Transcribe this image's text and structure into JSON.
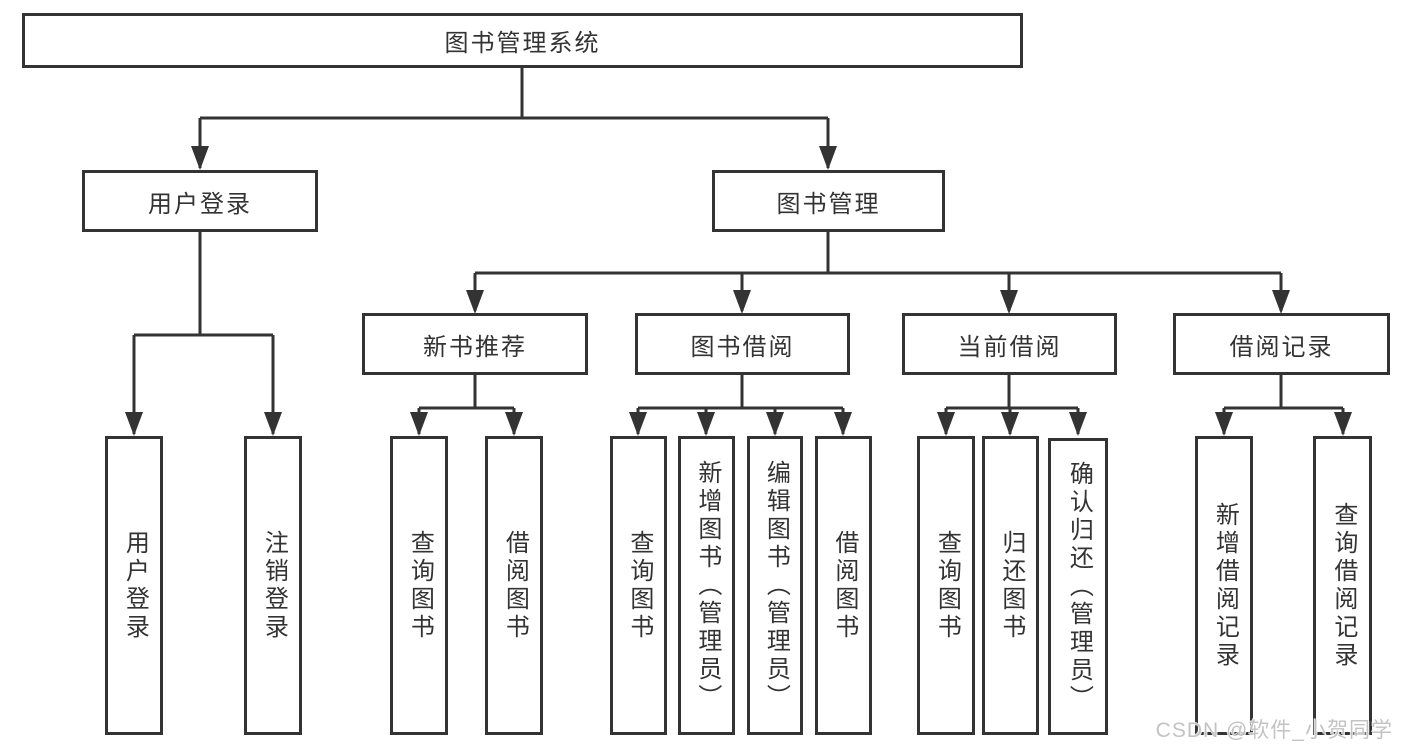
{
  "diagram": {
    "root": {
      "label": "图书管理系统",
      "children": [
        {
          "label": "用户登录",
          "children": [
            {
              "label": "用户登录"
            },
            {
              "label": "注销登录"
            }
          ]
        },
        {
          "label": "图书管理",
          "children": [
            {
              "label": "新书推荐",
              "children": [
                {
                  "label": "查询图书"
                },
                {
                  "label": "借阅图书"
                }
              ]
            },
            {
              "label": "图书借阅",
              "children": [
                {
                  "label": "查询图书"
                },
                {
                  "label": "新增图书（管理员）"
                },
                {
                  "label": "编辑图书（管理员）"
                },
                {
                  "label": "借阅图书"
                }
              ]
            },
            {
              "label": "当前借阅",
              "children": [
                {
                  "label": "查询图书"
                },
                {
                  "label": "归还图书"
                },
                {
                  "label": "确认归还（管理员）"
                }
              ]
            },
            {
              "label": "借阅记录",
              "children": [
                {
                  "label": "新增借阅记录"
                },
                {
                  "label": "查询借阅记录"
                }
              ]
            }
          ]
        }
      ]
    },
    "line_color": "#333333",
    "background_color": "#ffffff"
  },
  "watermark": "CSDN @软件_小贺同学"
}
